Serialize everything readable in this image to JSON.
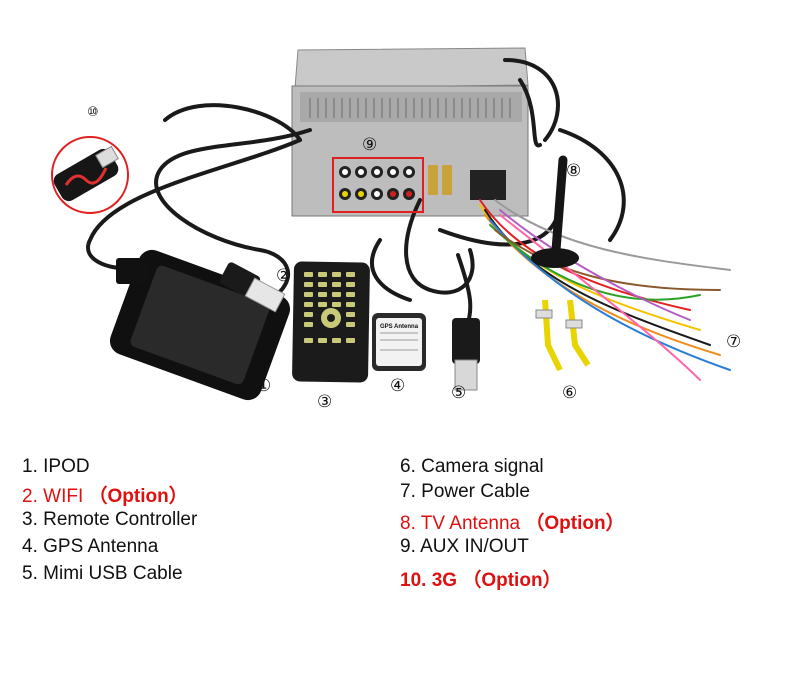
{
  "callouts": {
    "n1": "①",
    "n2": "②",
    "n3": "③",
    "n4": "④",
    "n5": "⑤",
    "n6": "⑥",
    "n7": "⑦",
    "n8": "⑧",
    "n9": "⑨",
    "n10": "⑩"
  },
  "gps_label": "GPS Antenna",
  "legend": [
    {
      "num": "1.",
      "text": "IPOD",
      "option": ""
    },
    {
      "num": "2.",
      "text": "WIFI",
      "option": "（Option）"
    },
    {
      "num": "3.",
      "text": "Remote Controller",
      "option": ""
    },
    {
      "num": "4.",
      "text": "GPS Antenna",
      "option": ""
    },
    {
      "num": "5.",
      "text": "Mimi USB Cable",
      "option": ""
    },
    {
      "num": "6.",
      "text": "Camera signal",
      "option": ""
    },
    {
      "num": "7.",
      "text": "Power Cable",
      "option": ""
    },
    {
      "num": "8.",
      "text": "TV Antenna",
      "option": "（Option）"
    },
    {
      "num": "9.",
      "text": "AUX IN/OUT",
      "option": ""
    },
    {
      "num": "10.",
      "text": "3G",
      "option": "（Option）"
    }
  ],
  "colors": {
    "highlight": "#e01010"
  }
}
